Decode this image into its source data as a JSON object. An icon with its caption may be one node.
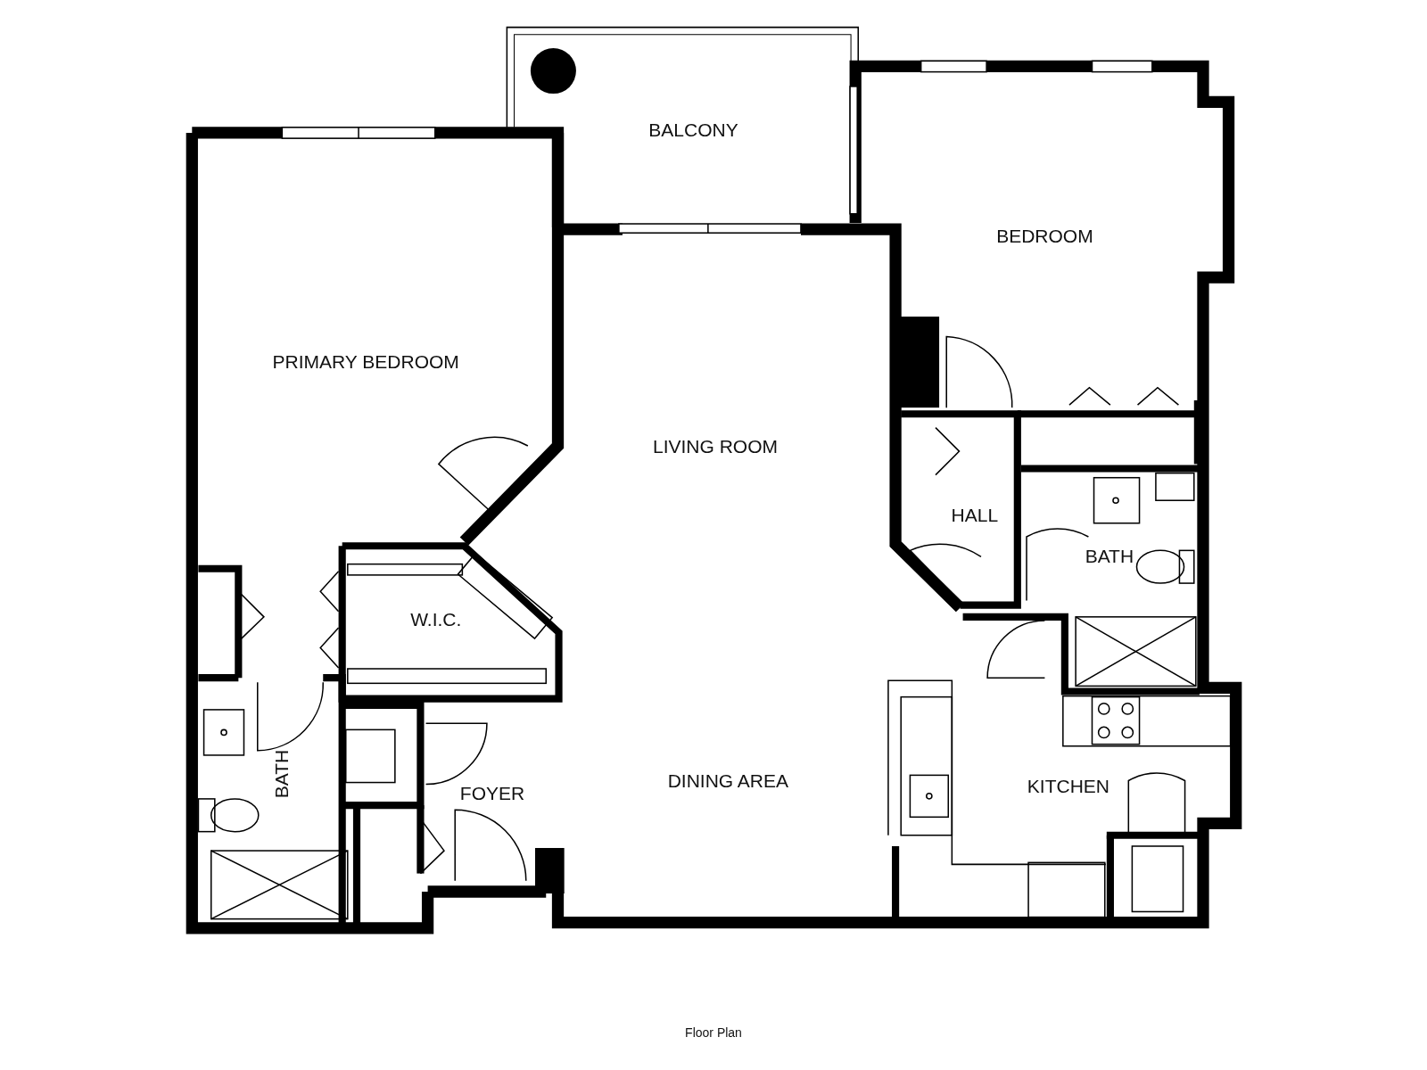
{
  "diagram": {
    "caption": "Floor Plan",
    "labels": [
      "BALCONY",
      "BEDROOM",
      "PRIMARY BEDROOM",
      "LIVING ROOM",
      "HALL",
      "BATH",
      "W.I.C.",
      "BATH",
      "DINING AREA",
      "FOYER",
      "KITCHEN"
    ]
  }
}
